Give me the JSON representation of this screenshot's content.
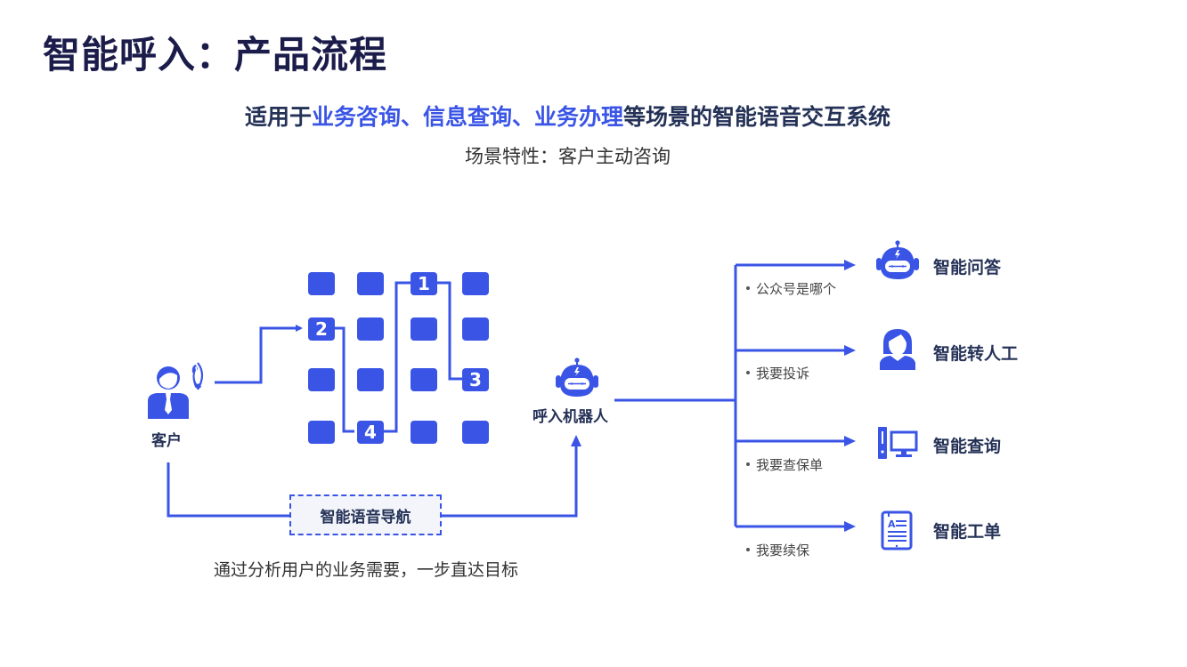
{
  "header": {
    "title": "智能呼入：产品流程",
    "subtitle_parts": [
      {
        "text": "适用于",
        "highlight": false
      },
      {
        "text": "业务咨询、信息查询、业务办理",
        "highlight": true
      },
      {
        "text": "等场景的智能语音交互系统",
        "highlight": false
      }
    ],
    "scene_text": "场景特性：客户主动咨询"
  },
  "colors": {
    "accent": "#3a55e6",
    "title": "#1b1c4a",
    "label": "#253257",
    "navbox_bg": "#f3f5fb"
  },
  "diagram": {
    "customer": {
      "label": "客户",
      "icon": "customer-with-phone-icon"
    },
    "keypad": {
      "rows": 4,
      "cols": 4,
      "numbered_keys": [
        {
          "number": "1",
          "row": 0,
          "col": 2
        },
        {
          "number": "2",
          "row": 1,
          "col": 0
        },
        {
          "number": "3",
          "row": 2,
          "col": 3
        },
        {
          "number": "4",
          "row": 3,
          "col": 1
        }
      ]
    },
    "robot": {
      "label": "呼入机器人",
      "icon": "robot-icon"
    },
    "navigation": {
      "label": "智能语音导航",
      "caption": "通过分析用户的业务需要，一步直达目标"
    },
    "branches": [
      {
        "example": "公众号是哪个",
        "target": "智能问答",
        "icon": "robot-icon"
      },
      {
        "example": "我要投诉",
        "target": "智能转人工",
        "icon": "agent-person-icon"
      },
      {
        "example": "我要查保单",
        "target": "智能查询",
        "icon": "computer-icon"
      },
      {
        "example": "我要续保",
        "target": "智能工单",
        "icon": "document-icon"
      }
    ]
  }
}
